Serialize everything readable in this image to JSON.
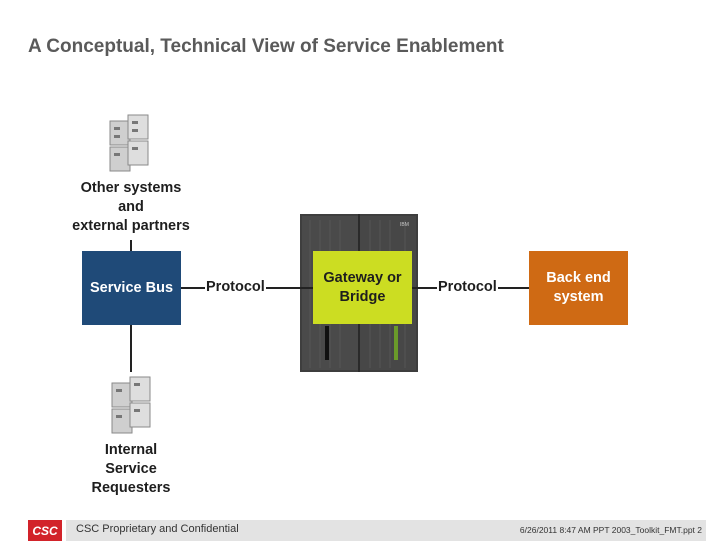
{
  "title": "A Conceptual, Technical View of Service Enablement",
  "diagram": {
    "other_systems_label": [
      "Other systems",
      "and",
      "external partners"
    ],
    "service_bus_label": "Service Bus",
    "protocol_left_label": "Protocol",
    "gateway_label": [
      "Gateway or",
      "Bridge"
    ],
    "protocol_right_label": "Protocol",
    "backend_label": [
      "Back end",
      "system"
    ],
    "requesters_label": [
      "Internal",
      "Service",
      "Requesters"
    ],
    "server_badge_text": "IBM"
  },
  "colors": {
    "service_bus": "#1f4a78",
    "gateway": "#ccdd22",
    "backend": "#cf6a14",
    "brand_red": "#d2232a"
  },
  "footer": {
    "logo_text": "CSC",
    "left_text": "CSC Proprietary and Confidential",
    "right_text": "6/26/2011 8:47 AM PPT 2003_Toolkit_FMT.ppt 2"
  }
}
